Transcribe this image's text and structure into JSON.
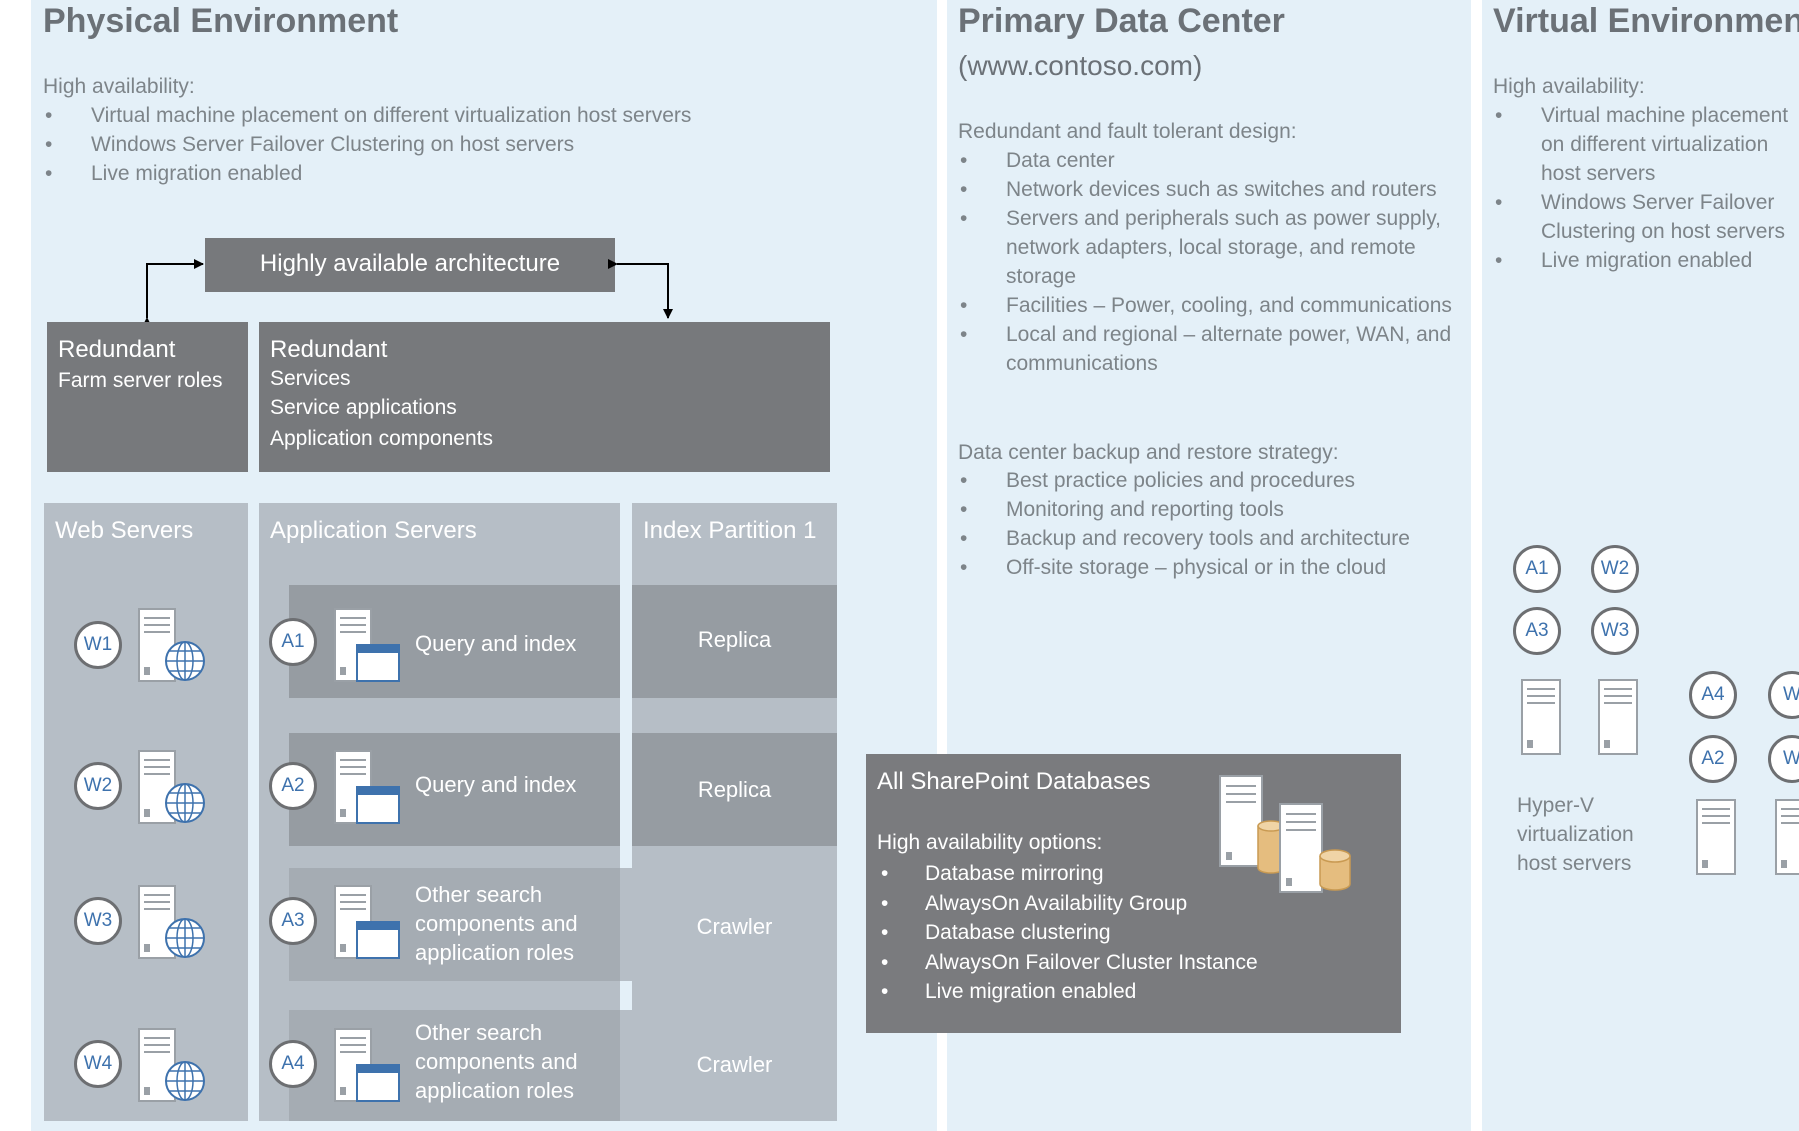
{
  "physical": {
    "title": "Physical Environment",
    "ha_label": "High availability:",
    "ha_items": [
      "Virtual machine placement on different virtualization host servers",
      "Windows Server Failover Clustering on host servers",
      "Live migration enabled"
    ],
    "arch_label": "Highly available architecture",
    "redundant_left": {
      "heading": "Redundant",
      "line": "Farm server roles"
    },
    "redundant_right": {
      "heading": "Redundant",
      "lines": [
        "Services",
        "Service applications",
        "Application components"
      ]
    },
    "web_servers": {
      "heading": "Web Servers",
      "servers": [
        "W1",
        "W2",
        "W3",
        "W4"
      ]
    },
    "app_servers": {
      "heading": "Application Servers",
      "rows": [
        {
          "id": "A1",
          "label": "Query and index"
        },
        {
          "id": "A2",
          "label": "Query and index"
        },
        {
          "id": "A3",
          "label": "Other search components and application roles"
        },
        {
          "id": "A4",
          "label": "Other search components and application roles"
        }
      ]
    },
    "index_partition": {
      "heading": "Index Partition 1",
      "cells": [
        "Replica",
        "Replica",
        "Crawler",
        "Crawler"
      ]
    }
  },
  "primary": {
    "title": "Primary Data Center",
    "subtitle": "(www.contoso.com)",
    "redundant_label": "Redundant and fault tolerant design:",
    "redundant_items": [
      "Data center",
      "Network devices such as switches and routers",
      "Servers and peripherals such as power supply, network adapters, local storage, and remote storage",
      "Facilities – Power, cooling, and communications",
      "Local and regional – alternate power, WAN, and communications"
    ],
    "backup_label": "Data center backup and restore strategy:",
    "backup_items": [
      "Best practice policies and procedures",
      "Monitoring and reporting tools",
      "Backup and recovery tools and architecture",
      "Off-site storage – physical or in the cloud"
    ]
  },
  "databases": {
    "title": "All SharePoint Databases",
    "options_label": "High availability options:",
    "options": [
      "Database mirroring",
      "AlwaysOn Availability Group",
      "Database clustering",
      "AlwaysOn Failover Cluster Instance",
      "Live migration enabled"
    ]
  },
  "virtual": {
    "title": "Virtual Environment",
    "ha_label": "High availability:",
    "ha_items": [
      "Virtual machine placement on different virtualization host servers",
      "Windows Server Failover Clustering on host servers",
      "Live migration enabled"
    ],
    "host1_vms": [
      "A1",
      "W2",
      "A3",
      "W3"
    ],
    "host2_vms": [
      "A4",
      "W",
      "A2",
      "W"
    ],
    "hyperv_label": "Hyper-V virtualization host servers"
  },
  "colors": {
    "panel_bg": "#e4f0f8",
    "dark_box": "#77797c",
    "column_bg": "#b6bec6",
    "row_dark": "#969ca2",
    "circle_text": "#3e72ad",
    "db_cylinder": "#e5bd7f"
  }
}
